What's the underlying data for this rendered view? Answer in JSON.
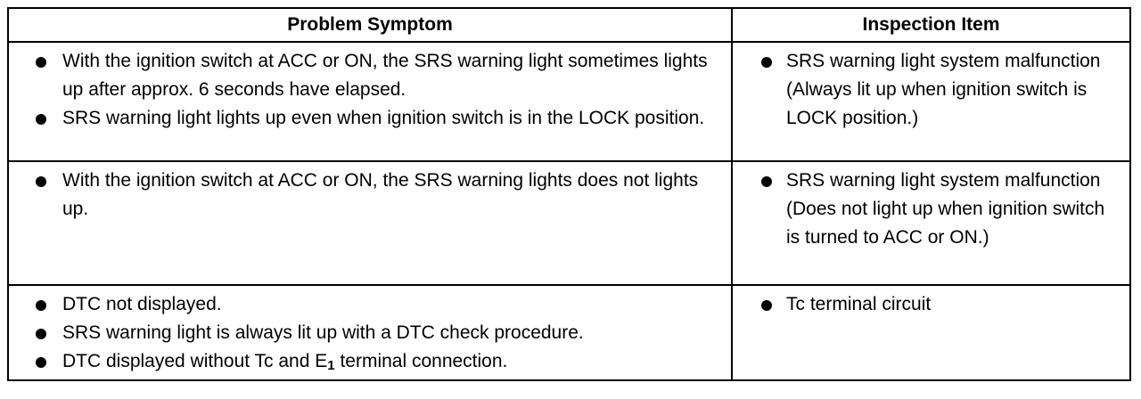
{
  "table": {
    "headers": {
      "symptom": "Problem Symptom",
      "inspection": "Inspection Item"
    },
    "rows": [
      {
        "symptoms": [
          "With the ignition switch at ACC or ON, the SRS warning light sometimes lights up after approx. 6 seconds have elapsed.",
          "SRS warning light lights up even when ignition switch is in the LOCK position."
        ],
        "inspection": "SRS warning light system malfunction (Always lit up when ignition switch is LOCK position.)"
      },
      {
        "symptoms": [
          "With the ignition switch at ACC or ON, the SRS warning lights does not lights up."
        ],
        "inspection": "SRS warning light system malfunction (Does not light up when ignition switch is turned to ACC or ON.)"
      },
      {
        "symptoms": [
          "DTC not displayed.",
          "SRS warning light is always lit up with a DTC check procedure."
        ],
        "symptom_e1": {
          "prefix": "DTC displayed without Tc and E",
          "subscript": "1",
          "suffix": " terminal connection."
        },
        "inspection": "Tc terminal circuit"
      }
    ]
  }
}
